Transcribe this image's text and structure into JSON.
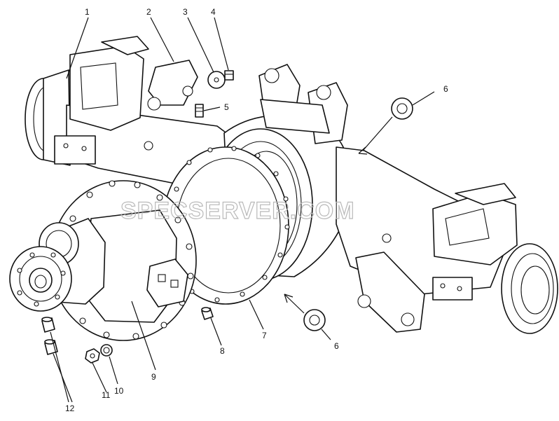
{
  "watermark": "SPECSERVER.COM",
  "callouts": [
    {
      "id": "c1",
      "text": "1"
    },
    {
      "id": "c2",
      "text": "2"
    },
    {
      "id": "c3",
      "text": "3"
    },
    {
      "id": "c4",
      "text": "4"
    },
    {
      "id": "c5",
      "text": "5"
    },
    {
      "id": "c6a",
      "text": "6"
    },
    {
      "id": "c6b",
      "text": "6"
    },
    {
      "id": "c7",
      "text": "7"
    },
    {
      "id": "c8",
      "text": "8"
    },
    {
      "id": "c9",
      "text": "9"
    },
    {
      "id": "c10",
      "text": "10"
    },
    {
      "id": "c11",
      "text": "11"
    },
    {
      "id": "c12",
      "text": "12"
    }
  ],
  "colors": {
    "line": "#111111",
    "watermark": "#b9b9b9",
    "background": "#ffffff"
  }
}
